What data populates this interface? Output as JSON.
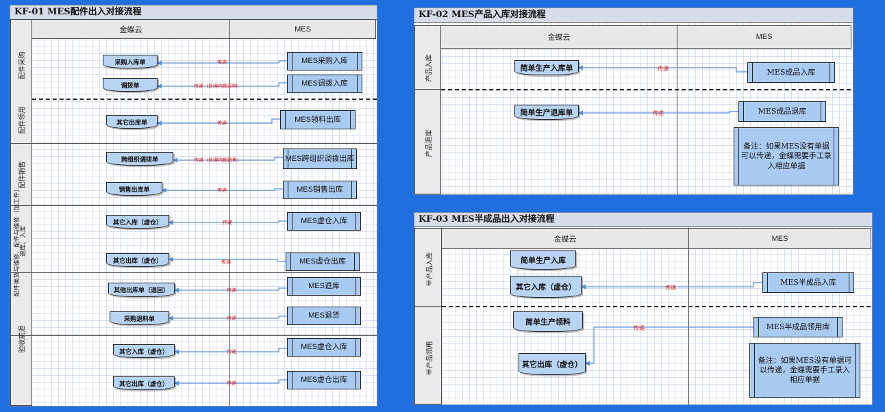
{
  "kf01": {
    "title": "KF-01 MES配件出入对接流程",
    "col_left": "金蝶云",
    "col_right": "MES",
    "lanes": [
      "配件采购",
      "配件领用",
      "配件销售",
      "配件换货与维修、配件与维修（加工件）退库、入库",
      "验收前退"
    ],
    "docs": [
      "采购入库单",
      "调拨单",
      "其它出库单",
      "跨组织调拨单",
      "销售出库单",
      "其它入库（虚仓）",
      "其它出库（虚仓）",
      "其他出库单（退回）",
      "采购退料单",
      "其它入库（虚仓）",
      "其它出库（虚仓）"
    ],
    "procs": [
      "MES采购入库",
      "MES调拨入库",
      "MES领料出库",
      "MES跨组织调拨出库",
      "MES销售出库",
      "MES虚仓入库",
      "MES虚仓出库",
      "MES退库",
      "MES退货",
      "MES虚仓入库",
      "MES虚仓出库"
    ],
    "edge_labels": [
      "传递",
      "传递（处理内部采购）",
      "传递",
      "传递（处理内部销售）",
      "传递",
      "传递",
      "传递",
      "传递",
      "传递",
      "传递",
      "传递"
    ]
  },
  "kf02": {
    "title": "KF-02 MES产品入库对接流程",
    "col_left": "金蝶云",
    "col_right": "MES",
    "lanes": [
      "产品入库",
      "产品退库"
    ],
    "docs": [
      "简单生产入库单",
      "简单生产退库单"
    ],
    "procs": [
      "MES成品入库",
      "MES成品退库"
    ],
    "edge_labels": [
      "传递",
      "传递"
    ],
    "note": "备注：如果MES没有单据可以传递，金蝶需要手工录入相应单据"
  },
  "kf03": {
    "title": "KF-03 MES半成品出入对接流程",
    "col_left": "金蝶云",
    "col_right": "MES",
    "lanes": [
      "半产品入库",
      "半产品领用"
    ],
    "docs": [
      "简单生产入库",
      "其它入库（虚仓）",
      "简单生产领料",
      "其它出库（虚仓）"
    ],
    "procs": [
      "MES半成品入库",
      "MES半成品领用库"
    ],
    "edge_labels": [
      "传递",
      "传递"
    ],
    "note": "备注：如果MES没有单据可以传递，金蝶需要手工录入相应单据"
  }
}
